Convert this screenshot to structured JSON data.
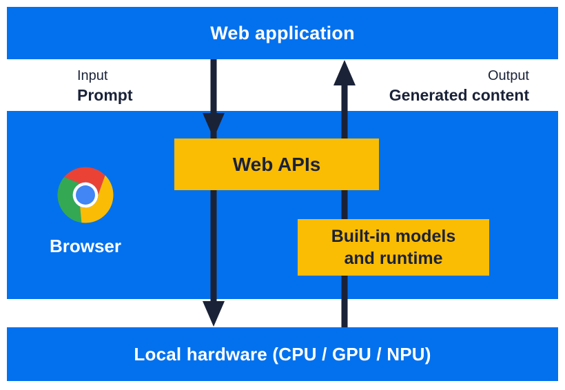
{
  "colors": {
    "section_blue": "#0371EE",
    "box_yellow": "#FBBC04",
    "ink_navy": "#1A2238",
    "text_white": "#FFFFFF",
    "logo_red": "#EA4335",
    "logo_green": "#34A853",
    "logo_yellow": "#FBBC05",
    "logo_center_blue": "#4285F4"
  },
  "web_application_bar": {
    "label": "Web application"
  },
  "flow_labels": {
    "input": {
      "title": "Input",
      "value": "Prompt"
    },
    "output": {
      "title": "Output",
      "value": "Generated content"
    }
  },
  "browser_panel": {
    "browser_label": "Browser",
    "web_apis_box": {
      "label": "Web APIs"
    },
    "builtin_box": {
      "line1": "Built-in models",
      "line2": "and runtime"
    }
  },
  "hardware_bar": {
    "label": "Local hardware (CPU / GPU / NPU)"
  }
}
